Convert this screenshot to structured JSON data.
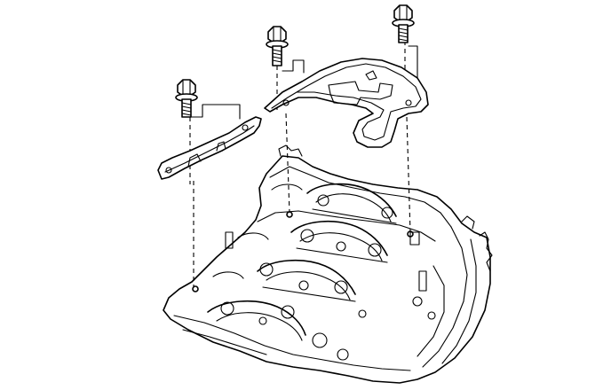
{
  "diagram": {
    "colors": {
      "line": "#000000",
      "background": "#ffffff"
    },
    "parts": [
      {
        "id": "bolt-left",
        "kind": "flange-bolt"
      },
      {
        "id": "bolt-middle",
        "kind": "flange-bolt"
      },
      {
        "id": "bolt-right",
        "kind": "flange-bolt"
      },
      {
        "id": "baffle-plate-left",
        "kind": "oil-baffle-plate"
      },
      {
        "id": "baffle-plate-right",
        "kind": "oil-baffle-plate"
      },
      {
        "id": "lower-crankcase",
        "kind": "engine-block-lower-section"
      }
    ]
  }
}
